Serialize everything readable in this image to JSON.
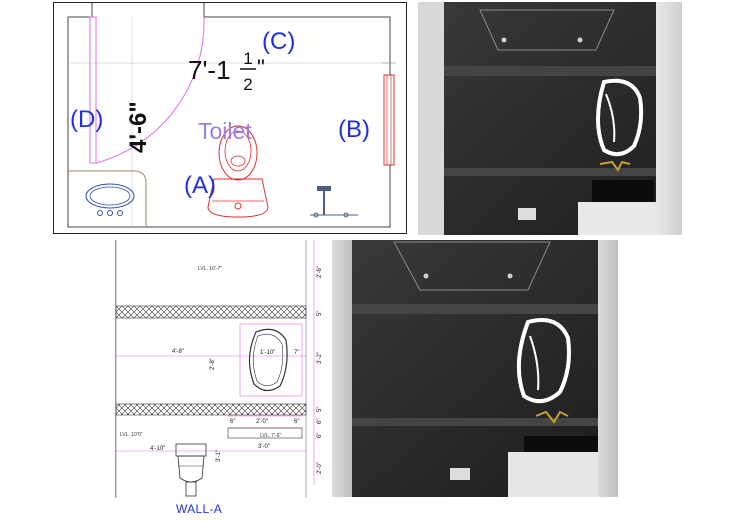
{
  "plan": {
    "dimension_width": "7'-1",
    "fraction_num": "1",
    "fraction_den": "2",
    "inch_mark": "\"",
    "dimension_depth": "4'-6\"",
    "room_label": "Toilet",
    "wall_labels": {
      "a": "(A)",
      "b": "(B)",
      "c": "(C)",
      "d": "(D)"
    },
    "colors": {
      "wall_label": "#1f2fe0",
      "room_label": "#9a7fe0",
      "fixture": "#e03030",
      "door_arc": "#e070e0"
    }
  },
  "elevation": {
    "caption": "WALL-A",
    "levels": {
      "top": "LVL. 10'-7\"",
      "mid": "LVL. 7'-6\"",
      "bottom": "LVL. 10'0\""
    },
    "dims": {
      "right": [
        "2'-6\"",
        "5\"",
        "3'-2\"",
        "5\"",
        "6\"",
        "6\"",
        "2'-0\""
      ],
      "mirror_offset": "4'-8\"",
      "mirror_width": "1'-10\"",
      "mirror_height": "2'-8\"",
      "mirror_side": "7\"",
      "counter_left": "6\"",
      "counter_mid": "2'-0\"",
      "counter_right": "6\"",
      "counter_total": "3'-0\"",
      "wc_offset": "4'-10\"",
      "wc_height": "3'-1\""
    }
  }
}
